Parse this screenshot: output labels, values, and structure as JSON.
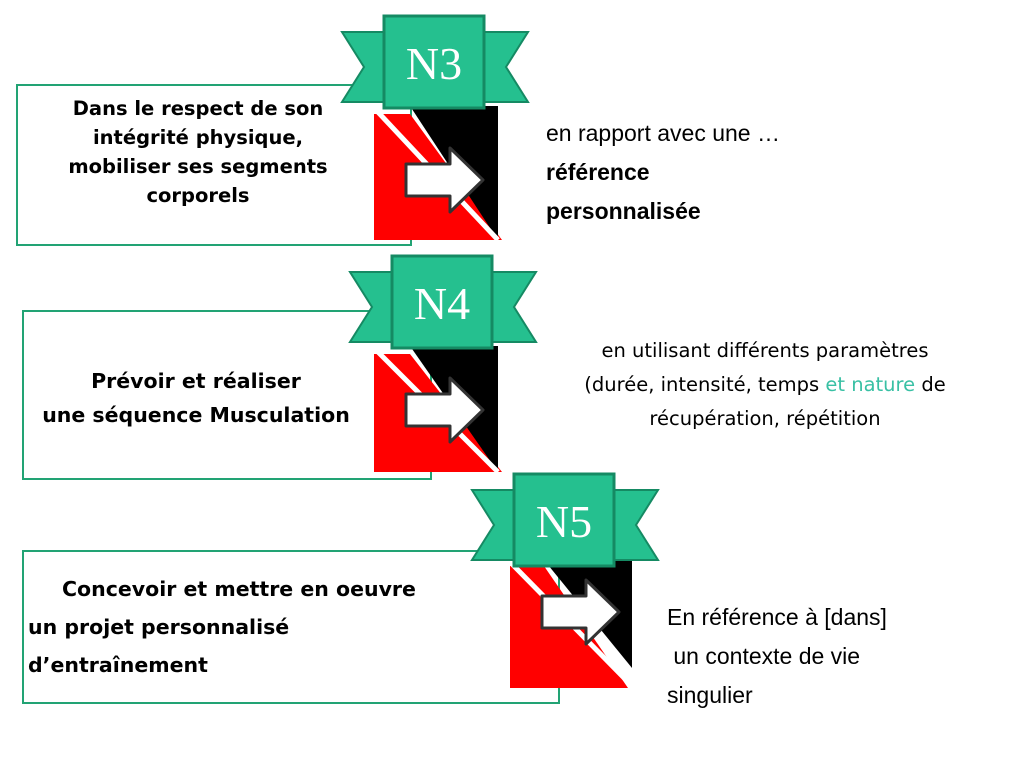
{
  "colors": {
    "box_border": "#22a374",
    "ribbon_green": "#25c08f",
    "ribbon_outline": "#158a63",
    "red": "#ff0000",
    "black": "#000000",
    "accent_text": "#39c0a4"
  },
  "steps": [
    {
      "level": "N3",
      "left_lines": [
        "Dans le respect de son",
        "intégrité physique,",
        "mobiliser ses segments",
        "corporels"
      ],
      "right_prefix": "en rapport avec une …",
      "right_bold_1": "référence",
      "right_bold_2": "personnalisée"
    },
    {
      "level": "N4",
      "left_lines": [
        "Prévoir et réaliser",
        "une séquence Musculation"
      ],
      "right_line1": "en utilisant différents paramètres",
      "right_line2_a": "(durée, intensité, temps ",
      "right_line2_accent": "et nature",
      "right_line2_b": " de",
      "right_line3": "récupération, répétition"
    },
    {
      "level": "N5",
      "left_lines": [
        "Concevoir et mettre en oeuvre",
        "un projet personnalisé",
        "d’entraînement"
      ],
      "right_lines": [
        "En référence à [dans]",
        " un contexte de vie",
        "singulier"
      ]
    }
  ]
}
